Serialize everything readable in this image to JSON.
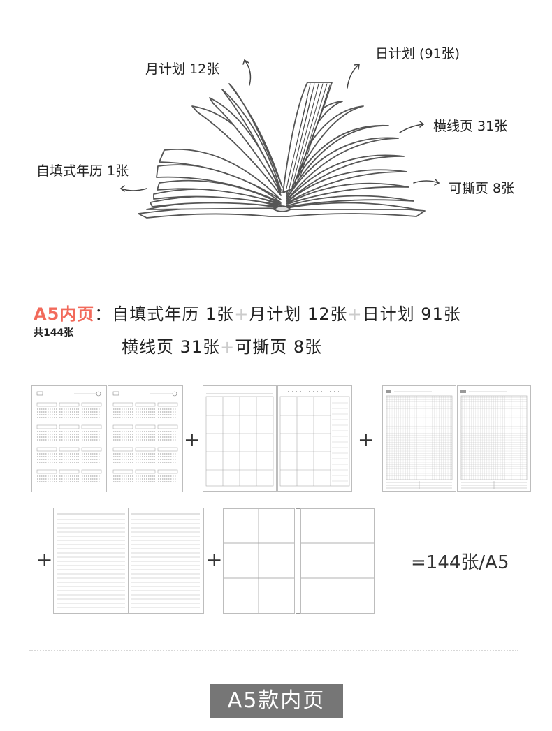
{
  "illustration": {
    "labels": {
      "monthly": "月计划 12张",
      "daily": "日计划 (91张)",
      "lined": "横线页 31张",
      "calendar": "自填式年历 1张",
      "tearoff": "可撕页 8张"
    }
  },
  "summary": {
    "prefix": "A5内页",
    "colon": "：",
    "total": "共144张",
    "line1": [
      "自填式年历 1张",
      "+",
      "月计划 12张",
      "+",
      "日计划 91张"
    ],
    "line2": [
      "横线页 31张",
      "+",
      "可撕页 8张"
    ]
  },
  "equation": {
    "plus": "+",
    "result": "=144张/A5"
  },
  "footer": {
    "tag": "A5款内页"
  },
  "colors": {
    "accent": "#f26a5b",
    "plus": "#cccccc",
    "tag_bg": "#767676"
  }
}
